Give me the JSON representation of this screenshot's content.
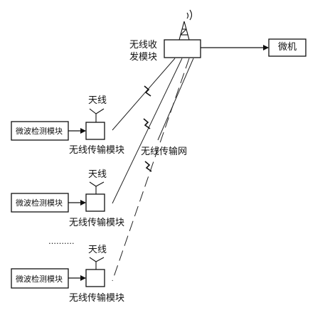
{
  "transceiver": {
    "line1": "无线收",
    "line2": "发模块"
  },
  "microcomputer": {
    "label": "微机"
  },
  "network_label": "无线传输网",
  "ellipsis": "……….",
  "nodes": [
    {
      "antenna_label": "天线",
      "detect_label": "微波检测模块",
      "wireless_label": "无线传输模块"
    },
    {
      "antenna_label": "天线",
      "detect_label": "微波检测模块",
      "wireless_label": "无线传输模块"
    },
    {
      "antenna_label": "天线",
      "detect_label": "微波检测模块",
      "wireless_label": "无线传输模块"
    }
  ]
}
